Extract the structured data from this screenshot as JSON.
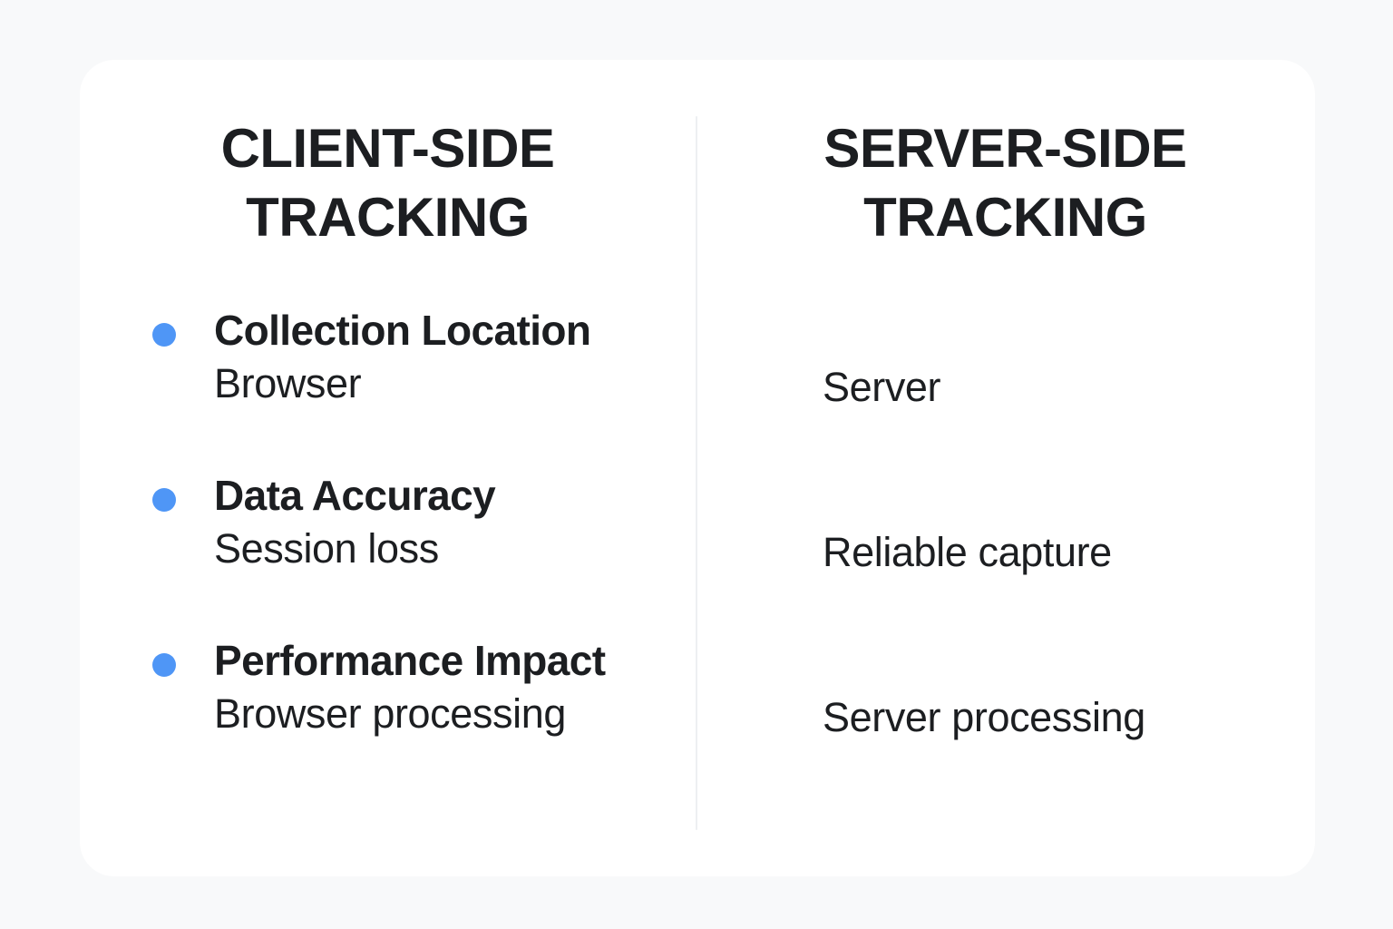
{
  "theme": {
    "page_background": "#f8f9fa",
    "card_background": "#ffffff",
    "text_color": "#1c1e21",
    "bullet_color": "#4f96f6",
    "divider_color": "#edeff2"
  },
  "card": {
    "left_column": {
      "heading": "CLIENT-SIDE TRACKING",
      "rows": [
        {
          "bullet": "bullet-dot",
          "label": "Collection Location",
          "value": "Browser"
        },
        {
          "bullet": "bullet-dot",
          "label": "Data Accuracy",
          "value": "Session loss"
        },
        {
          "bullet": "bullet-dot",
          "label": "Performance Impact",
          "value": "Browser processing"
        }
      ]
    },
    "right_column": {
      "heading": "SERVER-SIDE TRACKING",
      "rows": [
        {
          "value": "Server"
        },
        {
          "value": "Reliable capture"
        },
        {
          "value": "Server processing"
        }
      ]
    }
  }
}
